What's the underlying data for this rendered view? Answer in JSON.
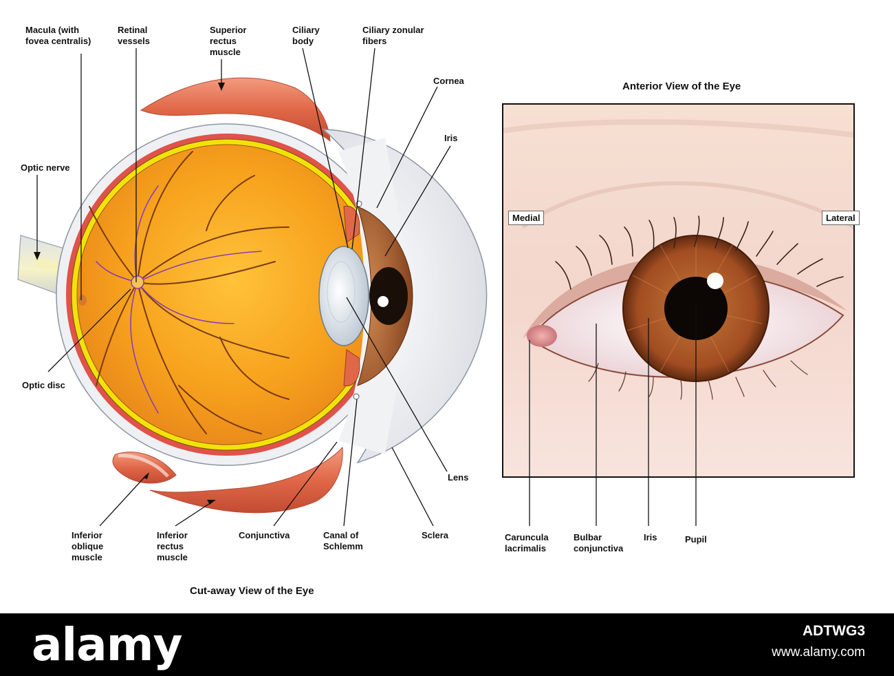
{
  "left_view": {
    "title": "Cut-away View of the Eye",
    "labels": {
      "macula": "Macula (with\nfovea centralis)",
      "retinal_vessels": "Retinal\nvessels",
      "superior_rectus": "Superior\nrectus\nmuscle",
      "ciliary_body": "Ciliary\nbody",
      "ciliary_zonular": "Ciliary zonular\nfibers",
      "cornea": "Cornea",
      "iris": "Iris",
      "optic_nerve": "Optic nerve",
      "optic_disc": "Optic disc",
      "lens": "Lens",
      "inferior_oblique": "Inferior\noblique\nmuscle",
      "inferior_rectus": "Inferior\nrectus\nmuscle",
      "conjunctiva": "Conjunctiva",
      "canal_schlemm": "Canal of\nSchlemm",
      "sclera": "Sclera"
    }
  },
  "right_view": {
    "title": "Anterior View of the Eye",
    "side_tags": {
      "medial": "Medial",
      "lateral": "Lateral"
    },
    "labels": {
      "caruncula": "Caruncula\nlacrimalis",
      "bulbar": "Bulbar\nconjunctiva",
      "iris": "Iris",
      "pupil": "Pupil"
    }
  },
  "footer": {
    "brand": "alamy",
    "image_id": "ADTWG3",
    "url": "www.alamy.com"
  },
  "colors": {
    "eyeball": "#f7a21d",
    "muscle": "#e06848",
    "sclera": "#e7e9ed",
    "iris": "#a4522a",
    "skin": "#f4dcd3",
    "choroid_yellow": "#f3e20a"
  }
}
